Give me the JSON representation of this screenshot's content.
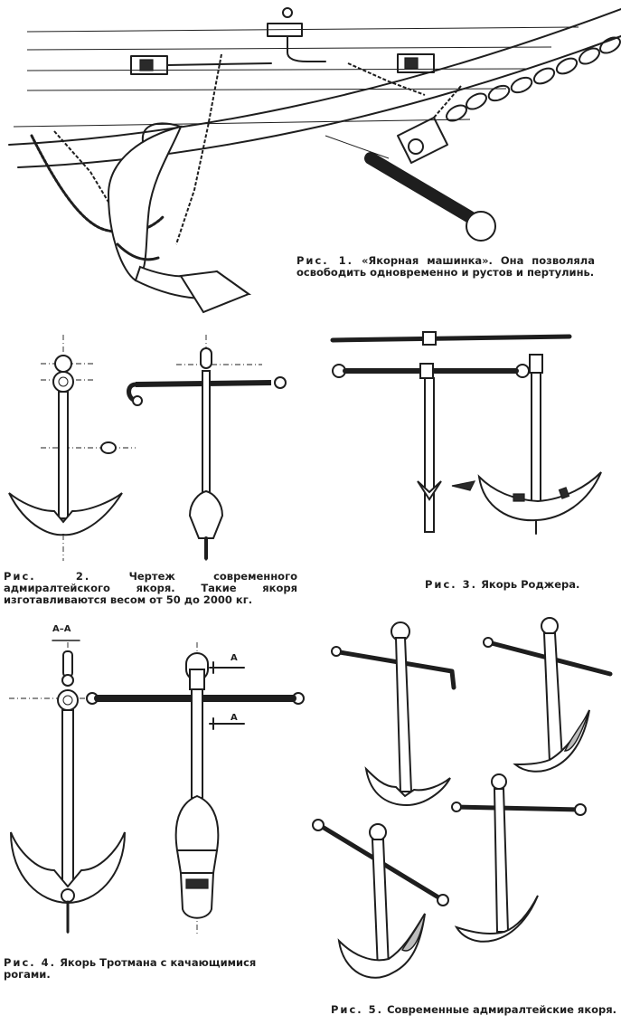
{
  "figures": [
    {
      "id": "fig1",
      "caption_lead": "Рис. 1.",
      "caption_text": "«Якорная машинка». Она позволяла освободить одновременно и рустов и пертулинь."
    },
    {
      "id": "fig2",
      "caption_lead": "Рис. 2.",
      "caption_text": "Чертеж современного адмиралтейского якоря. Такие якоря изготавливаются весом от 50 до 2000 кг."
    },
    {
      "id": "fig3",
      "caption_lead": "Рис. 3.",
      "caption_text": "Якорь Роджера."
    },
    {
      "id": "fig4",
      "caption_lead": "Рис. 4.",
      "caption_text": "Якорь Тротмана с качающимися рогами.",
      "section_label": "А–А",
      "arrow_label_1": "А",
      "arrow_label_2": "А"
    },
    {
      "id": "fig5",
      "caption_lead": "Рис. 5.",
      "caption_text": "Современные адмиралтейские якоря."
    }
  ]
}
